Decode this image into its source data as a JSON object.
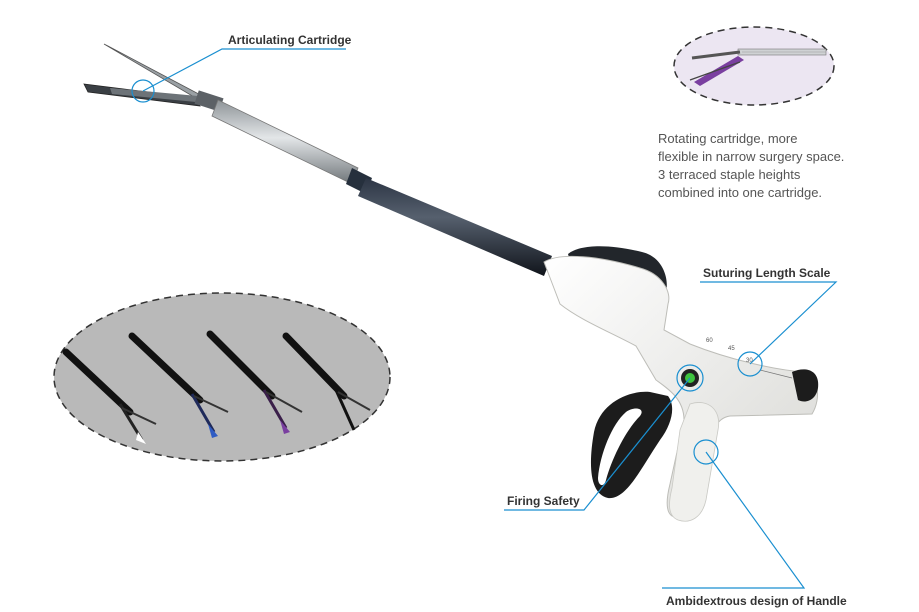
{
  "callouts": {
    "articulating_cartridge": "Articulating Cartridge",
    "suturing_length_scale": "Suturing Length Scale",
    "firing_safety": "Firing Safety",
    "ambidextrous_handle": "Ambidextrous design of Handle"
  },
  "description": {
    "lines": [
      "Rotating cartridge, more",
      "flexible in narrow surgery space.",
      "3 terraced staple heights",
      "combined into one cartridge."
    ]
  },
  "scale_marks": [
    "60",
    "45",
    "30"
  ],
  "colors": {
    "leader_line": "#1a8fd0",
    "shaft": "#1f2633",
    "handle": "#f4f4f2",
    "trigger": "#1c1c1c",
    "inset_bg": "#b9b9b9",
    "cartridge_inset_bg": "#ece6f2",
    "purple_cartridge": "#7a3fa0",
    "blue_cartridge": "#2f5cc4"
  }
}
